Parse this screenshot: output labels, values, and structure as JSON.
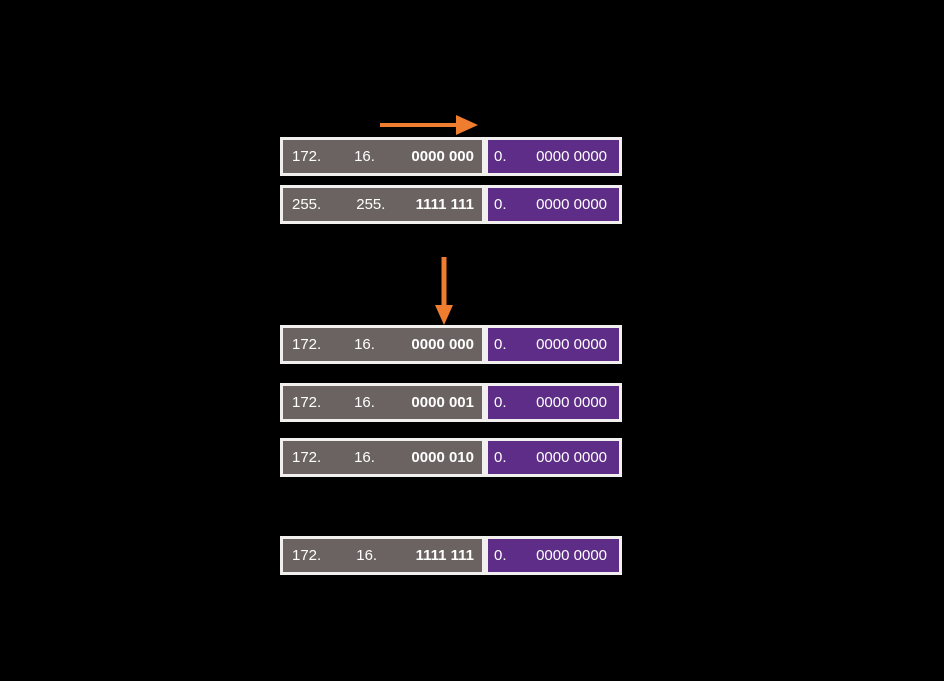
{
  "diagram": {
    "description_colors": {
      "background": "#000000",
      "network_segment_fill": "#6A6361",
      "host_segment_fill": "#5E2D87",
      "segment_border": "#F1F0EE",
      "text": "#FFFFFF",
      "arrow_accent": "#EF7D2F"
    },
    "icons": {
      "right_arrow": "right-arrow",
      "down_arrow": "down-arrow"
    },
    "rows": [
      {
        "o1": "172.",
        "o2": "16.",
        "net_bits": "0000 000",
        "host_bit": "0.",
        "o4_bits": "0000 0000"
      },
      {
        "o1": "255.",
        "o2": "255.",
        "net_bits": "1111 111",
        "host_bit": "0.",
        "o4_bits": "0000 0000"
      },
      {
        "o1": "172.",
        "o2": "16.",
        "net_bits": "0000 000",
        "host_bit": "0.",
        "o4_bits": "0000 0000"
      },
      {
        "o1": "172.",
        "o2": "16.",
        "net_bits": "0000 001",
        "host_bit": "0.",
        "o4_bits": "0000 0000"
      },
      {
        "o1": "172.",
        "o2": "16.",
        "net_bits": "0000 010",
        "host_bit": "0.",
        "o4_bits": "0000 0000"
      },
      {
        "o1": "172.",
        "o2": "16.",
        "net_bits": "1111 111",
        "host_bit": "0.",
        "o4_bits": "0000 0000"
      }
    ]
  }
}
